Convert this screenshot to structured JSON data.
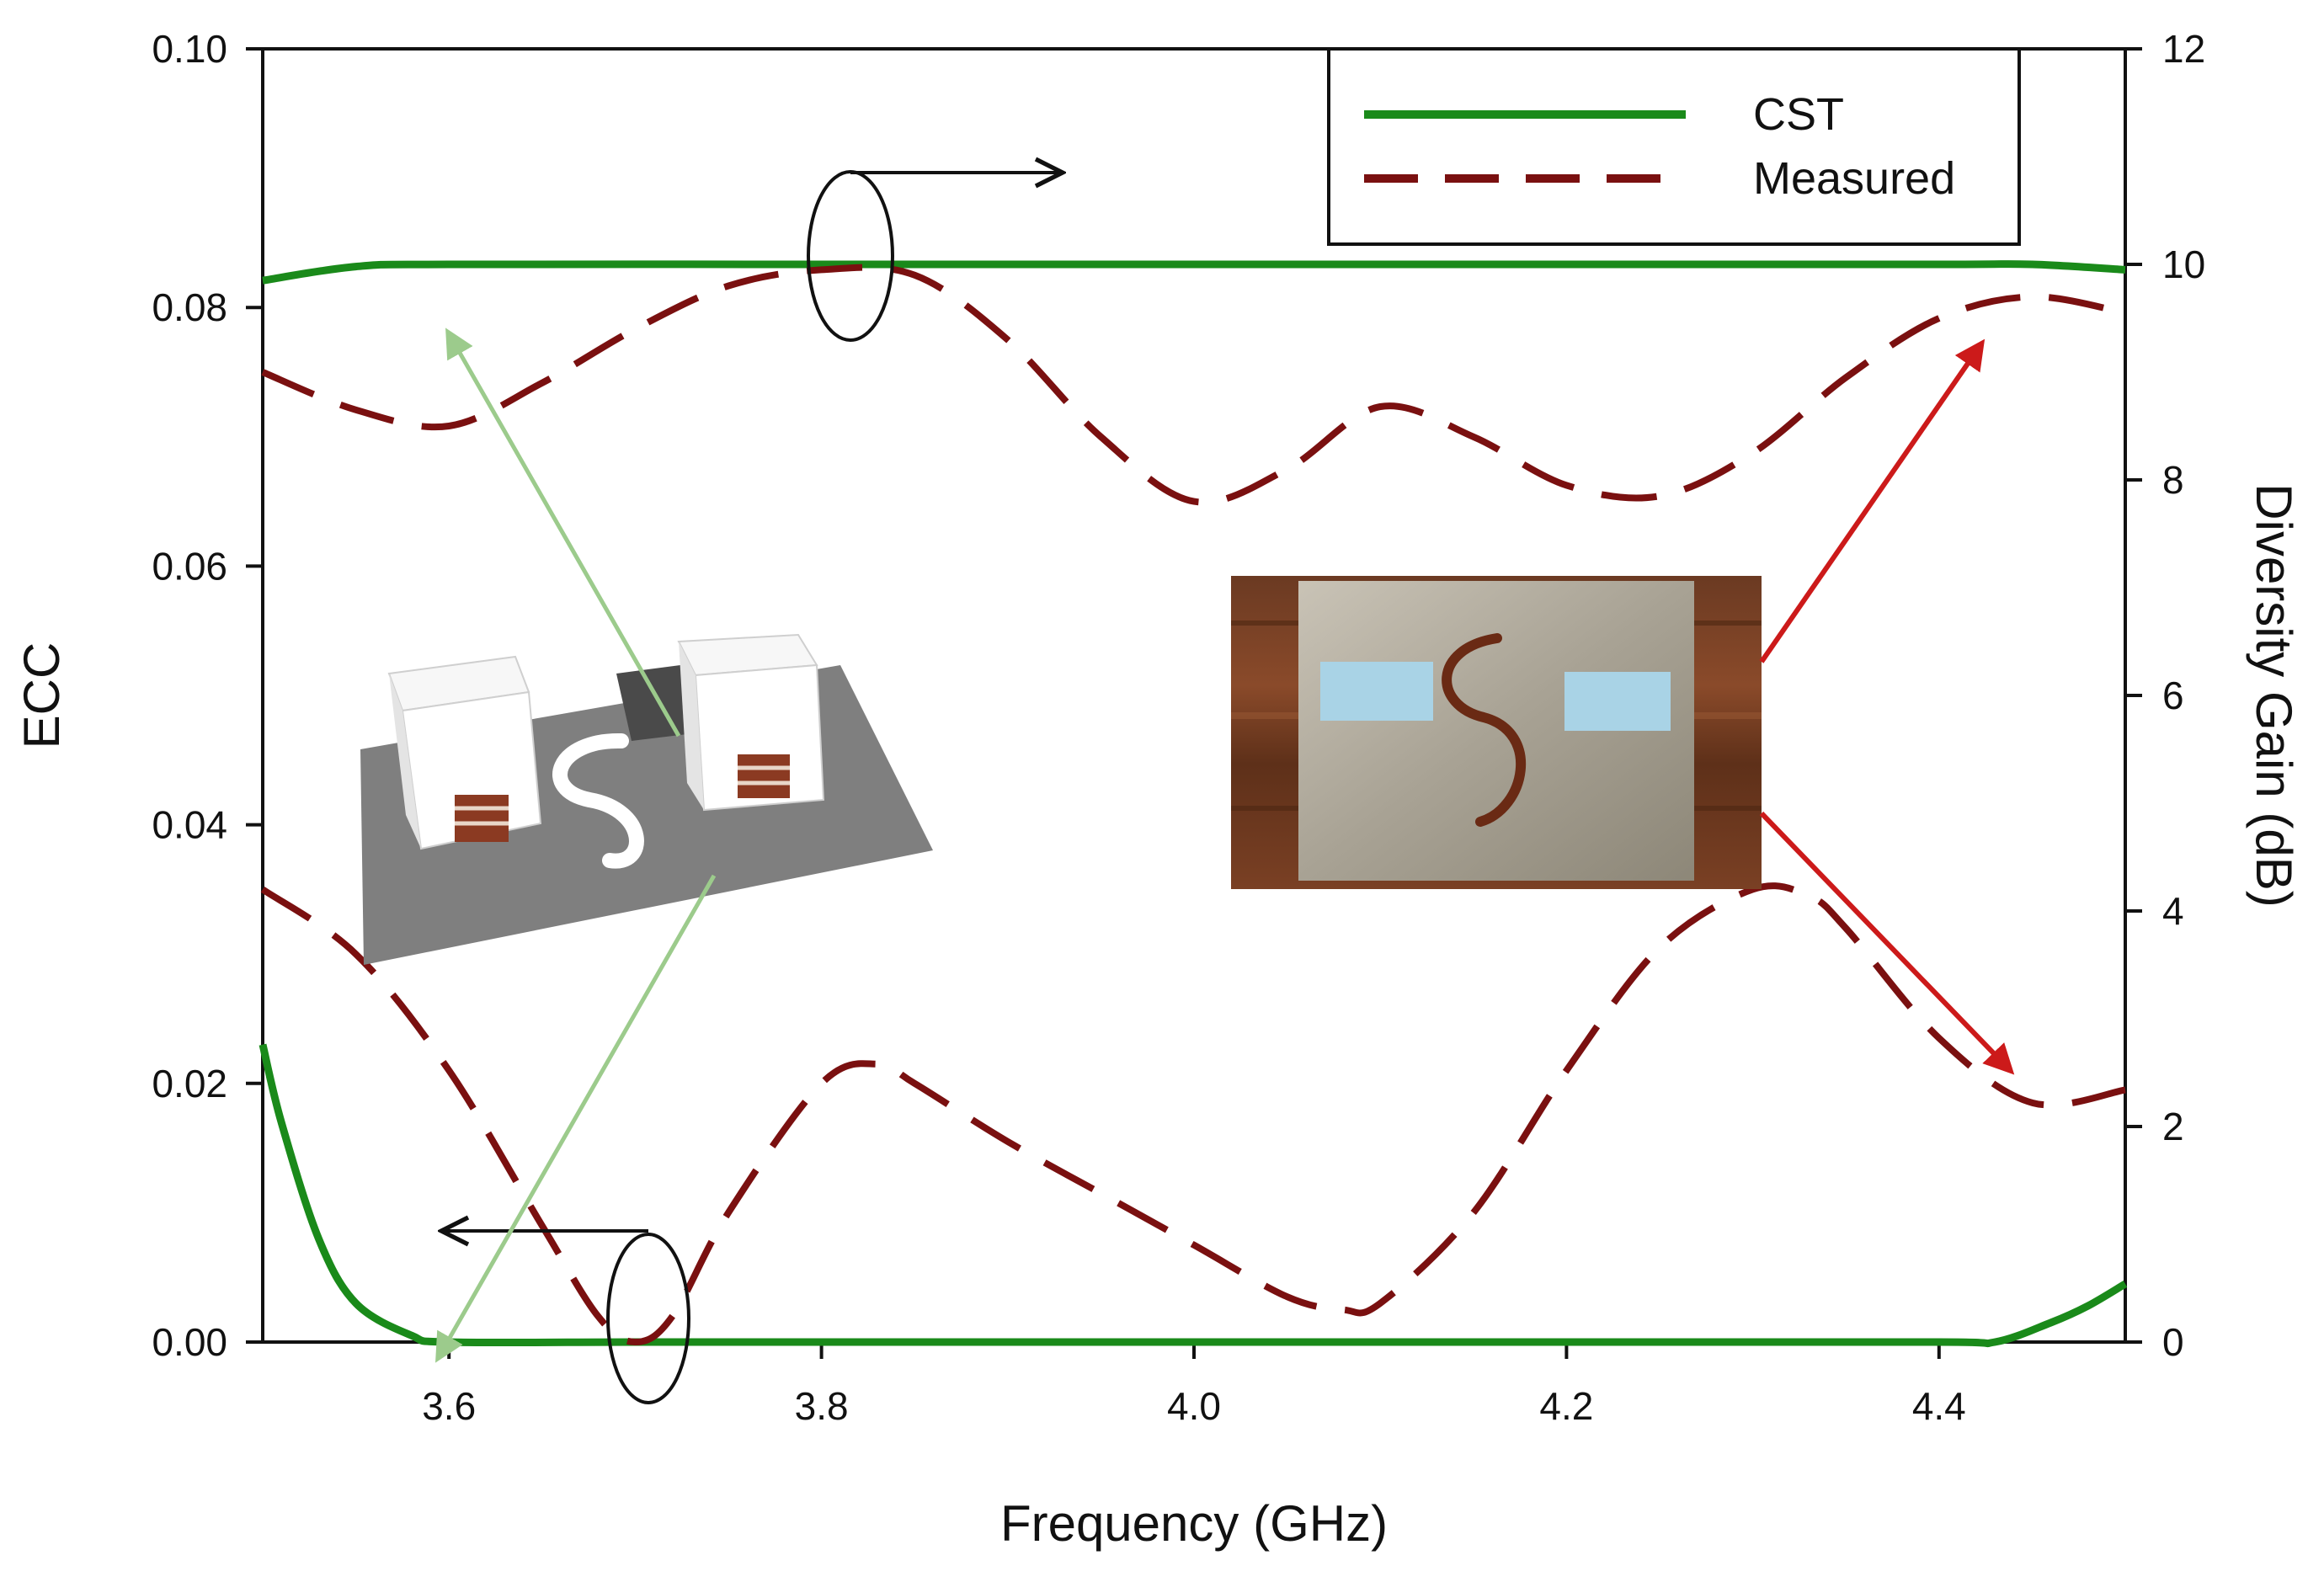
{
  "chart_data": {
    "type": "line",
    "title": "",
    "xlabel": "Frequency (GHz)",
    "ylabel_left": "ECC",
    "ylabel_right": "Diversity Gain (dB)",
    "xlim": [
      3.5,
      4.5
    ],
    "ylim_left": [
      0,
      0.1
    ],
    "ylim_right": [
      0,
      12
    ],
    "x_ticks": [
      "3.6",
      "3.8",
      "4.0",
      "4.2",
      "4.4"
    ],
    "x_tick_values": [
      3.6,
      3.8,
      4.0,
      4.2,
      4.4
    ],
    "y_left_ticks": [
      "0.00",
      "0.02",
      "0.04",
      "0.06",
      "0.08",
      "0.10"
    ],
    "y_left_tick_values": [
      0,
      0.02,
      0.04,
      0.06,
      0.08,
      0.1
    ],
    "y_right_ticks": [
      "0",
      "2",
      "4",
      "6",
      "8",
      "10",
      "12"
    ],
    "y_right_tick_values": [
      0,
      2,
      4,
      6,
      8,
      10,
      12
    ],
    "grid": false,
    "legend_position": "top-right",
    "colors": {
      "cst": "#1a8a1a",
      "measured": "#7a1010",
      "axis": "#111111",
      "green_arrow": "#9ccb8c",
      "red_arrow": "#cc1a1a"
    },
    "series": [
      {
        "name": "CST",
        "axis": "right",
        "style": "solid",
        "x": [
          3.5,
          3.55,
          3.6,
          3.8,
          4.0,
          4.2,
          4.4,
          4.45,
          4.5
        ],
        "y": [
          9.85,
          9.98,
          10.0,
          10.0,
          10.0,
          10.0,
          10.0,
          10.0,
          9.95
        ]
      },
      {
        "name": "Measured",
        "axis": "right",
        "style": "dashed",
        "x": [
          3.5,
          3.55,
          3.6,
          3.65,
          3.7,
          3.75,
          3.8,
          3.85,
          3.9,
          3.95,
          4.0,
          4.05,
          4.1,
          4.15,
          4.2,
          4.25,
          4.3,
          4.35,
          4.4,
          4.45,
          4.5
        ],
        "y": [
          9.0,
          8.65,
          8.5,
          8.9,
          9.4,
          9.8,
          9.95,
          9.9,
          9.3,
          8.4,
          7.8,
          8.1,
          8.68,
          8.4,
          7.95,
          7.85,
          8.25,
          8.95,
          9.5,
          9.7,
          9.55
        ]
      },
      {
        "name": "CST",
        "axis": "left",
        "style": "solid",
        "x": [
          3.5,
          3.51,
          3.53,
          3.55,
          3.58,
          3.6,
          3.7,
          3.8,
          4.0,
          4.2,
          4.4,
          4.43,
          4.46,
          4.48,
          4.5
        ],
        "y": [
          0.023,
          0.017,
          0.008,
          0.003,
          0.0005,
          0.0,
          0.0,
          0.0,
          0.0,
          0.0,
          0.0,
          0.0,
          0.0015,
          0.0028,
          0.0045
        ]
      },
      {
        "name": "Measured",
        "axis": "left",
        "style": "dashed",
        "x": [
          3.5,
          3.55,
          3.6,
          3.65,
          3.68,
          3.7,
          3.72,
          3.75,
          3.8,
          3.83,
          3.85,
          3.9,
          3.95,
          4.0,
          4.05,
          4.08,
          4.1,
          4.15,
          4.2,
          4.25,
          4.3,
          4.33,
          4.35,
          4.4,
          4.45,
          4.5
        ],
        "y": [
          0.035,
          0.03,
          0.021,
          0.009,
          0.002,
          0.0,
          0.002,
          0.01,
          0.02,
          0.0215,
          0.02,
          0.0155,
          0.0115,
          0.0075,
          0.0035,
          0.0025,
          0.003,
          0.01,
          0.021,
          0.0305,
          0.035,
          0.0345,
          0.032,
          0.0235,
          0.0185,
          0.0195
        ]
      }
    ]
  }
}
